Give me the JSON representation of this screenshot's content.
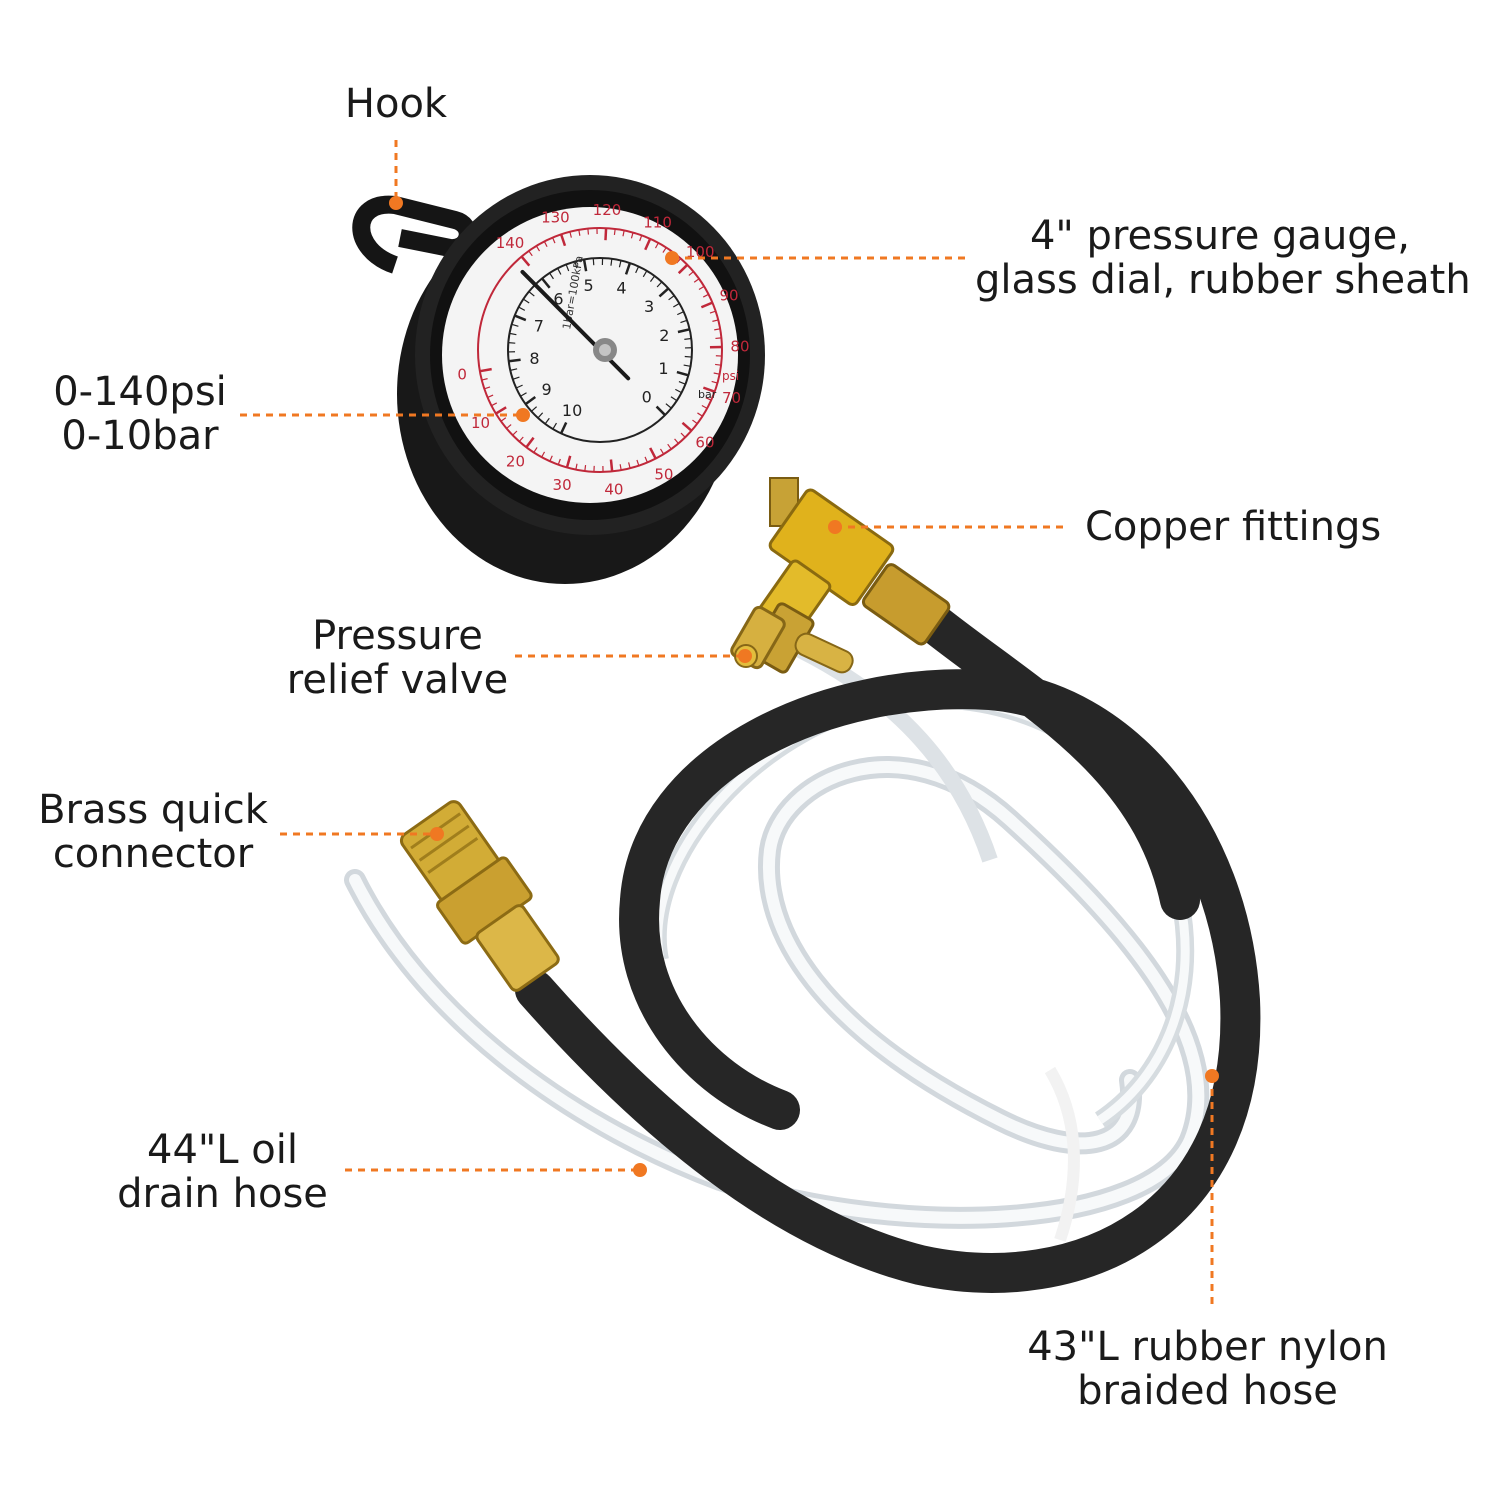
{
  "colors": {
    "callout": "#f07822",
    "text": "#1a1a1a",
    "gauge_body": "#1b1b1b",
    "dial_face": "#f4f4f4",
    "psi_scale": "#c0283a",
    "bar_scale": "#222222",
    "brass": "#d8b23a",
    "hose": "#2a2a2a",
    "tube": "#dfe4e8"
  },
  "labels": {
    "hook": [
      "Hook"
    ],
    "gauge": [
      "4\" pressure gauge,",
      "glass dial, rubber sheath"
    ],
    "range": [
      "0-140psi",
      "0-10bar"
    ],
    "copper": [
      "Copper fittings"
    ],
    "relief": [
      "Pressure",
      "relief valve"
    ],
    "connector": [
      "Brass quick",
      "connector"
    ],
    "drain": [
      "44\"L oil",
      "drain hose"
    ],
    "rubber": [
      "43\"L rubber nylon",
      "braided hose"
    ]
  },
  "gauge": {
    "psi_ticks": [
      "0",
      "10",
      "20",
      "30",
      "40",
      "50",
      "60",
      "70",
      "80",
      "90",
      "100",
      "110",
      "120",
      "130",
      "140"
    ],
    "bar_ticks": [
      "0",
      "1",
      "2",
      "3",
      "4",
      "5",
      "6",
      "7",
      "8",
      "9",
      "10"
    ],
    "unit_psi": "psi",
    "unit_bar": "bar",
    "conversion": "1bar=100kPa",
    "reading_bar": 6.2
  }
}
